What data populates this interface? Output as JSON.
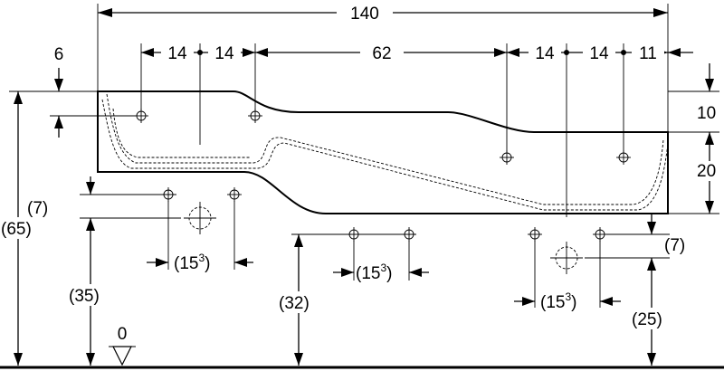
{
  "dimensions": {
    "total_width": "140",
    "top_14_a": "14",
    "top_14_b": "14",
    "top_62": "62",
    "top_14_c": "14",
    "top_14_d": "14",
    "top_11": "11",
    "left_6": "6",
    "right_10": "10",
    "right_20": "20",
    "left_7": "(7)",
    "right_7": "(7)",
    "height_65": "(65)",
    "height_35": "(35)",
    "height_32": "(32)",
    "height_25": "(25)",
    "zero_level": "0",
    "spacing_a": "(15",
    "spacing_a_sup": "3",
    "spacing_a_close": ")",
    "spacing_b": "(15",
    "spacing_b_sup": "3",
    "spacing_b_close": ")",
    "spacing_c": "(15",
    "spacing_c_sup": "3",
    "spacing_c_close": ")"
  },
  "icons": {
    "fixing_point": "crosshair-circle-icon",
    "drain": "dashed-circle-crosshair-icon",
    "level": "level-triangle-icon"
  }
}
